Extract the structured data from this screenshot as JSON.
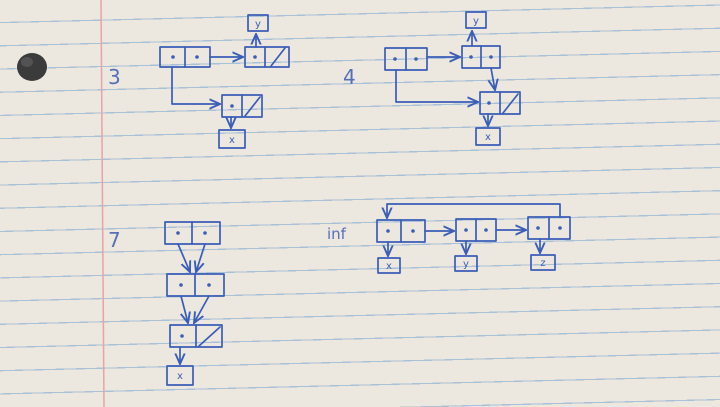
{
  "diagrams": {
    "three": {
      "number": "3",
      "box_top": "y",
      "box_bottom": "x"
    },
    "four": {
      "number": "4",
      "box_top": "y",
      "box_bottom": "x"
    },
    "seven": {
      "number": "7",
      "box_bottom": "x"
    },
    "inf": {
      "label": "inf",
      "box_x": "x",
      "box_y": "y",
      "box_z": "z"
    }
  },
  "colors": {
    "ink": "#3a5db6",
    "paper": "#ece7df",
    "rule_line": "#a9c1d6",
    "margin_line": "#e8a3a6",
    "punch_hole": "#3b3b3b"
  }
}
